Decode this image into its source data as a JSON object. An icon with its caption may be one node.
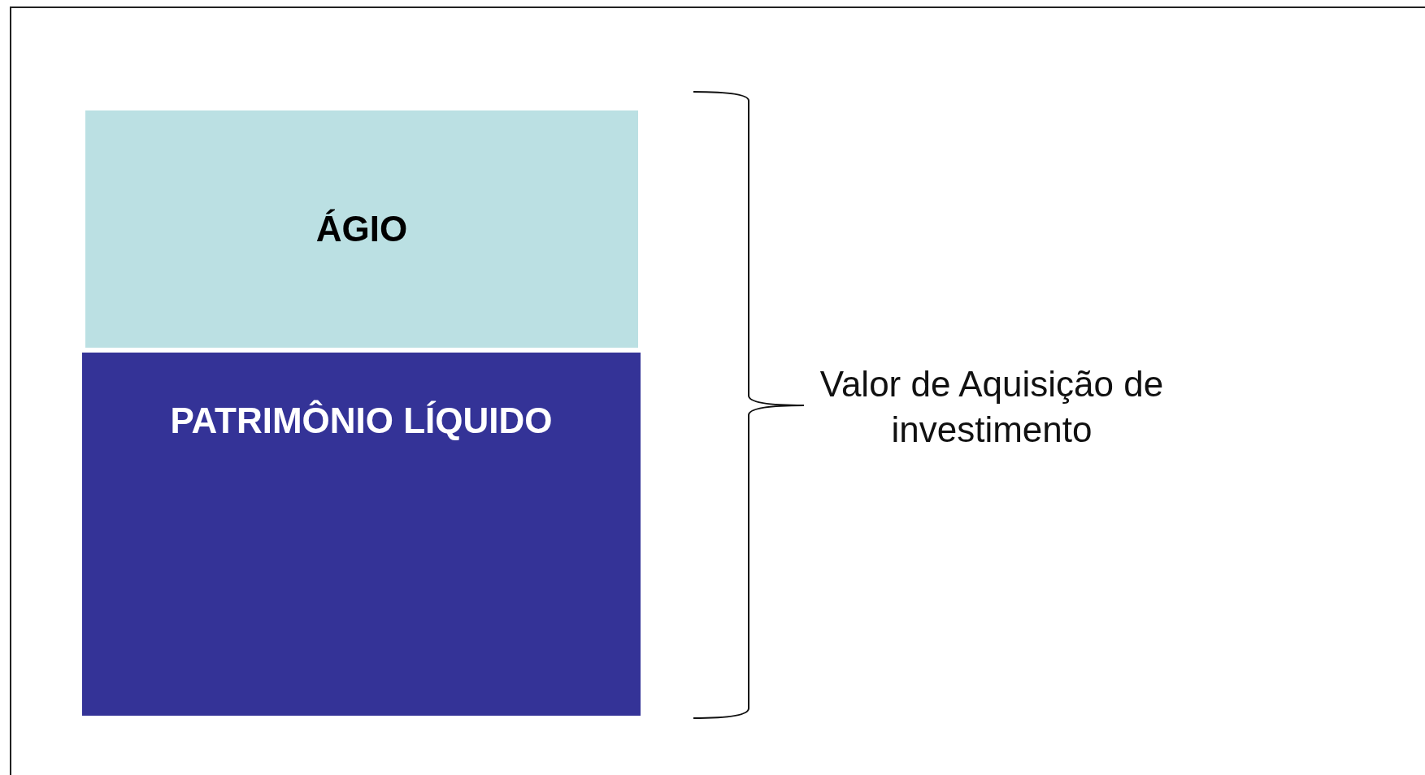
{
  "diagram": {
    "nodes": [
      {
        "text": [
          "ÁGIO"
        ]
      },
      {
        "text": [
          "PATRIMÔNIO LÍQUIDO"
        ]
      }
    ],
    "labels": [
      "Valor de Aquisição de  investimento"
    ]
  }
}
